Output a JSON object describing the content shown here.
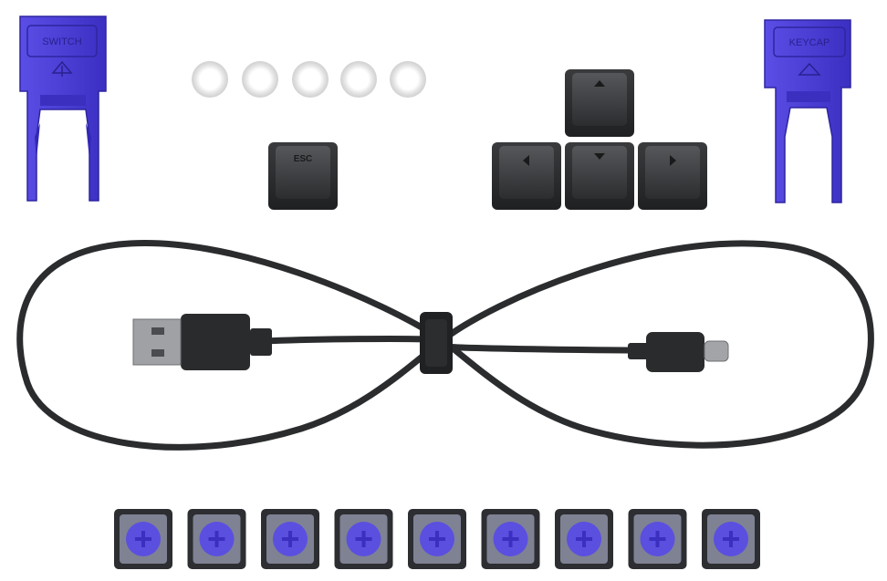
{
  "switch_puller": {
    "label": "SWITCH"
  },
  "keycap_puller": {
    "label": "KEYCAP"
  },
  "esc_key": {
    "label": "ESC"
  },
  "colors": {
    "tool_purple": "#4b3fd8",
    "tool_purple_dark": "#3428b0",
    "keycap_dark": "#2e2f31",
    "keycap_top": "#45474a",
    "cable": "#2b2c2e",
    "switch_stem": "#5b4fe0",
    "o_ring": "#e9e9e9"
  },
  "icons": {
    "arrow_up": "arrow-up-icon",
    "arrow_left": "arrow-left-icon",
    "arrow_down": "arrow-down-icon",
    "arrow_right": "arrow-right-icon"
  },
  "counts": {
    "o_rings": 5,
    "switches": 9
  }
}
